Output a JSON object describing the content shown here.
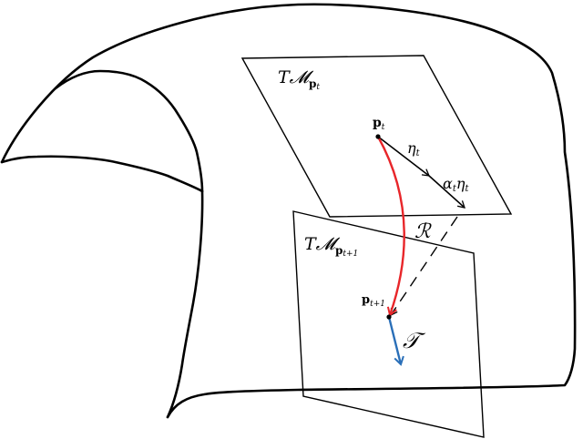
{
  "labels": {
    "tangent_space_t": {
      "main": "T𝓜",
      "sub_bold": "p",
      "sub_index": "t"
    },
    "tangent_space_t1": {
      "main": "T𝓜",
      "sub_bold": "p",
      "sub_index": "t+1"
    },
    "point_t": {
      "main": "p",
      "sub": "t"
    },
    "point_t1": {
      "main": "p",
      "sub": "t+1"
    },
    "eta": {
      "main": "η",
      "sub": "t"
    },
    "alpha_eta": {
      "alpha": "α",
      "alpha_sub": "t",
      "eta": "η",
      "eta_sub": "t"
    },
    "retraction": "ℛ",
    "transport": "𝒯"
  },
  "colors": {
    "retraction_curve": "#e8262a",
    "transport_arrow": "#2a6fb8",
    "lines": "#000000"
  }
}
